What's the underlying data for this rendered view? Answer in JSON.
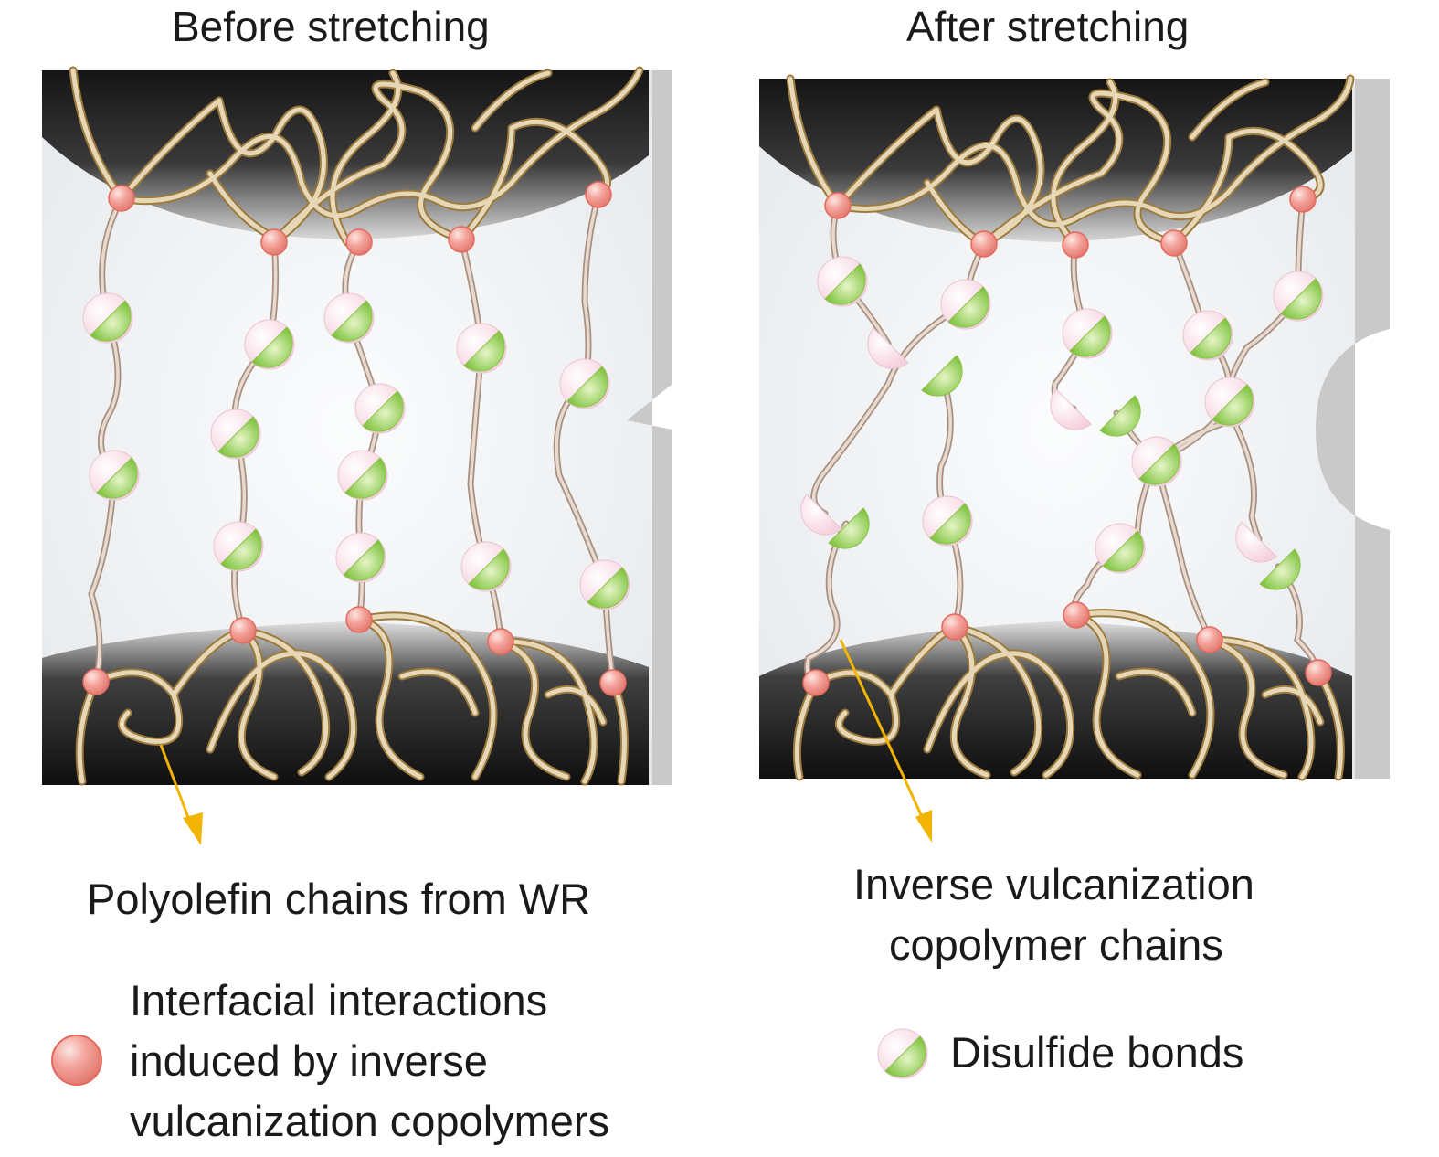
{
  "panels": {
    "before_title": "Before  stretching",
    "after_title": "After  stretching"
  },
  "labels": {
    "polyolefin": "Polyolefin chains from WR",
    "inverse_line1": "Inverse vulcanization",
    "inverse_line2": "copolymer chains"
  },
  "legend": {
    "interfacial_line1": "Interfacial interactions",
    "interfacial_line2": "induced by inverse",
    "interfacial_line3": "vulcanization copolymers",
    "disulfide": "Disulfide bonds",
    "icon_interfacial": "pink-sphere-icon",
    "icon_disulfide": "pink-green-sphere-icon"
  },
  "colors": {
    "chain_fill": "#e3d3b0",
    "chain_outline": "#9c7a3e",
    "copolymer_chain": "#d7c4b4",
    "interaction_node": "#f08e86",
    "disulfide_pink": "#f9dbe6",
    "disulfide_green": "#8ccd45",
    "arrow": "#f2b400",
    "background_block": "#ebeef0"
  }
}
